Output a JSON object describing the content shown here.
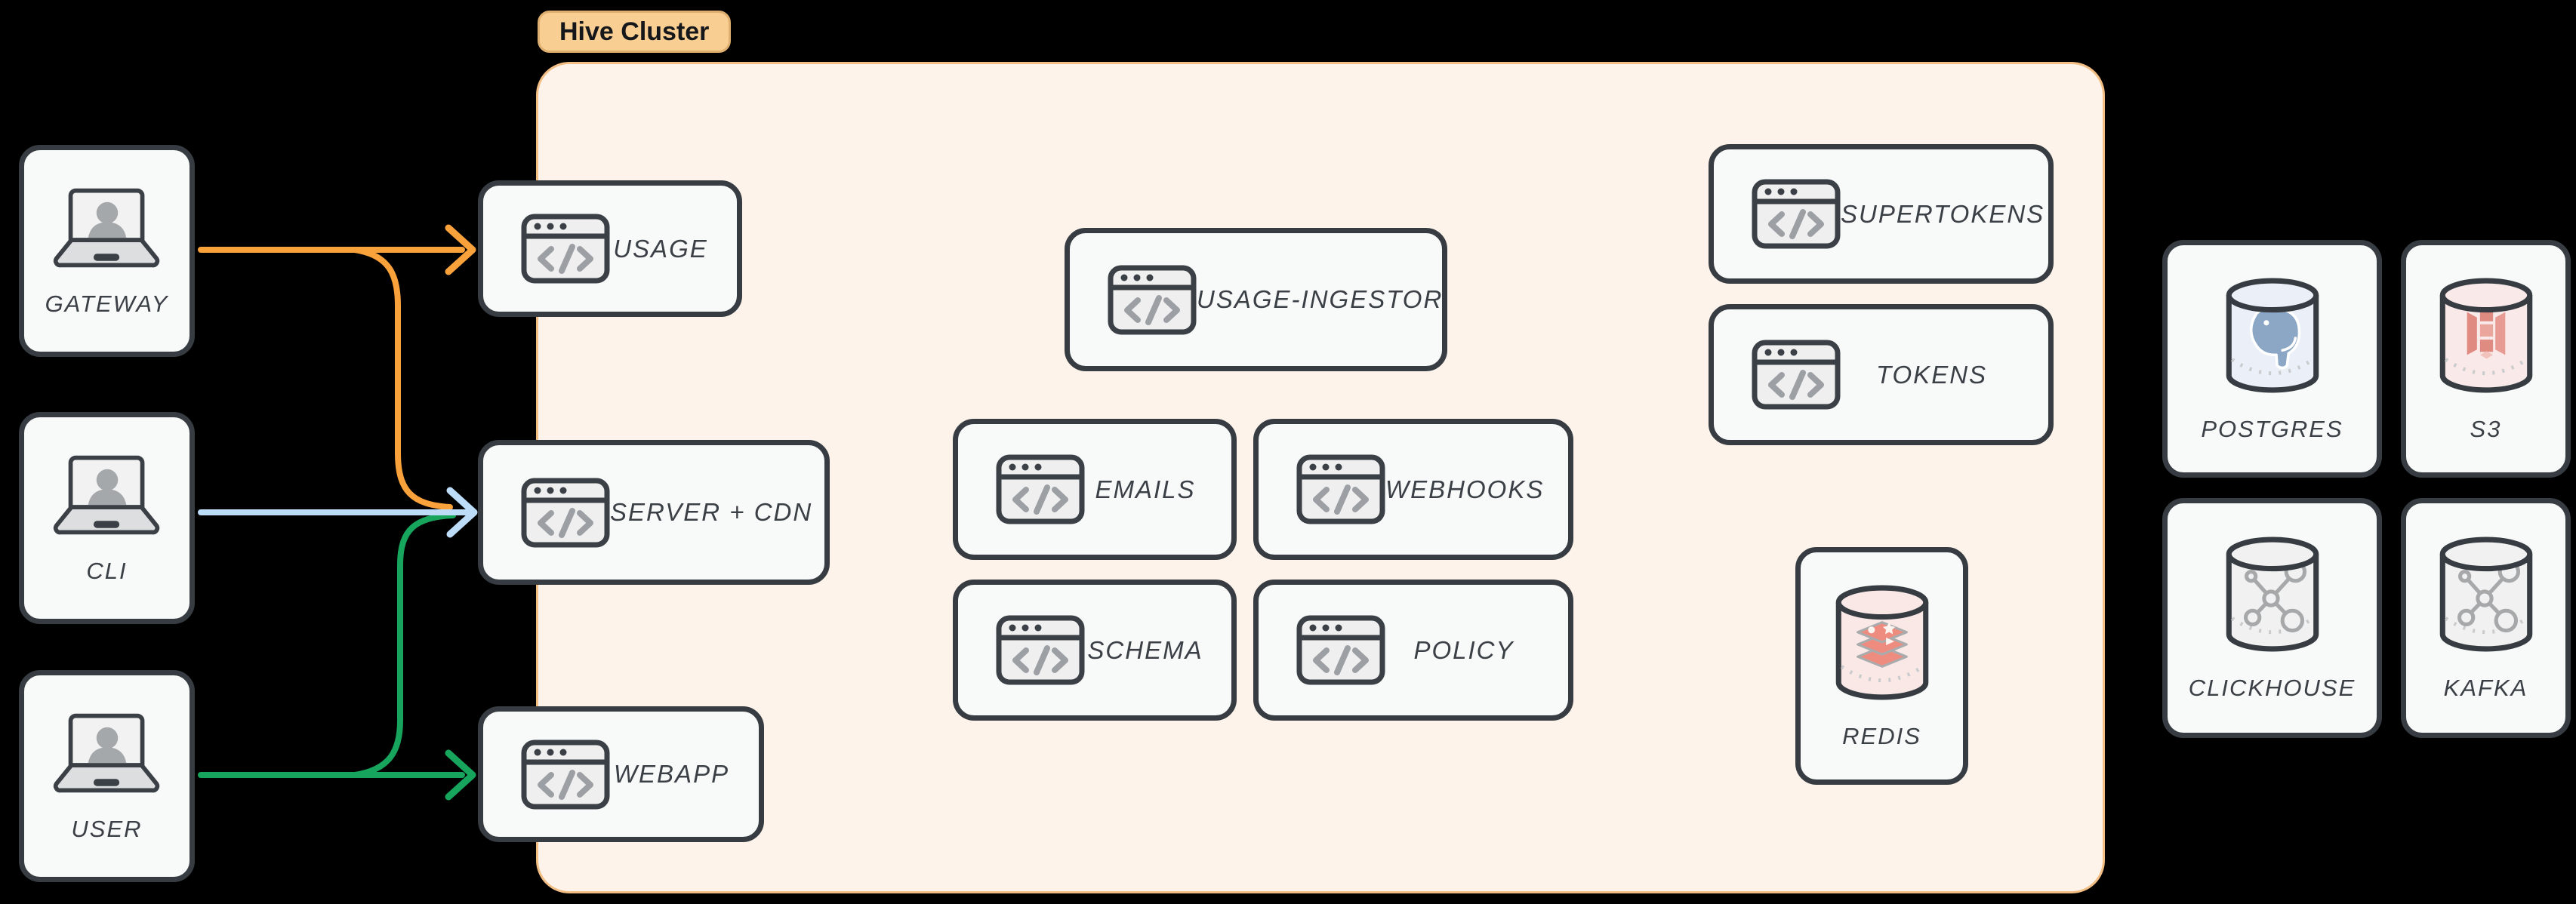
{
  "diagram_title": "Hive Cluster architecture diagram",
  "cluster": {
    "label": "Hive Cluster",
    "fill": "#FDF3EA",
    "border": "#F2BE83",
    "tag_fill": "#F8CE92"
  },
  "clients": [
    {
      "label": "GATEWAY"
    },
    {
      "label": "CLI"
    },
    {
      "label": "USER"
    }
  ],
  "services": {
    "usage": {
      "label": "USAGE"
    },
    "server_cdn": {
      "label": "SERVER + CDN"
    },
    "webapp": {
      "label": "WEBAPP"
    },
    "usage_ingestor": {
      "label": "USAGE-INGESTOR"
    },
    "emails": {
      "label": "EMAILS"
    },
    "webhooks": {
      "label": "WEBHOOKS"
    },
    "schema": {
      "label": "SCHEMA"
    },
    "policy": {
      "label": "POLICY"
    },
    "supertokens": {
      "label": "SUPERTOKENS"
    },
    "tokens": {
      "label": "TOKENS"
    }
  },
  "datastores": {
    "redis": {
      "label": "REDIS"
    },
    "postgres": {
      "label": "POSTGRES"
    },
    "s3": {
      "label": "S3"
    },
    "clickhouse": {
      "label": "CLICKHOUSE"
    },
    "kafka": {
      "label": "KAFKA"
    }
  },
  "edges": [
    {
      "from": "GATEWAY",
      "to": "USAGE",
      "color": "#F9A13B"
    },
    {
      "from": "GATEWAY",
      "to": "SERVER + CDN",
      "color": "#F9A13B"
    },
    {
      "from": "CLI",
      "to": "SERVER + CDN",
      "color": "#BCDCF8"
    },
    {
      "from": "USER",
      "to": "SERVER + CDN",
      "color": "#17A45C"
    },
    {
      "from": "USER",
      "to": "WEBAPP",
      "color": "#17A45C"
    }
  ],
  "colors": {
    "background": "#000000",
    "card_fill": "#F8F9F9",
    "card_border": "#363C42",
    "text": "#3A4046",
    "arrow_orange": "#F9A13B",
    "arrow_blue": "#BCDCF8",
    "arrow_green": "#17A45C"
  }
}
